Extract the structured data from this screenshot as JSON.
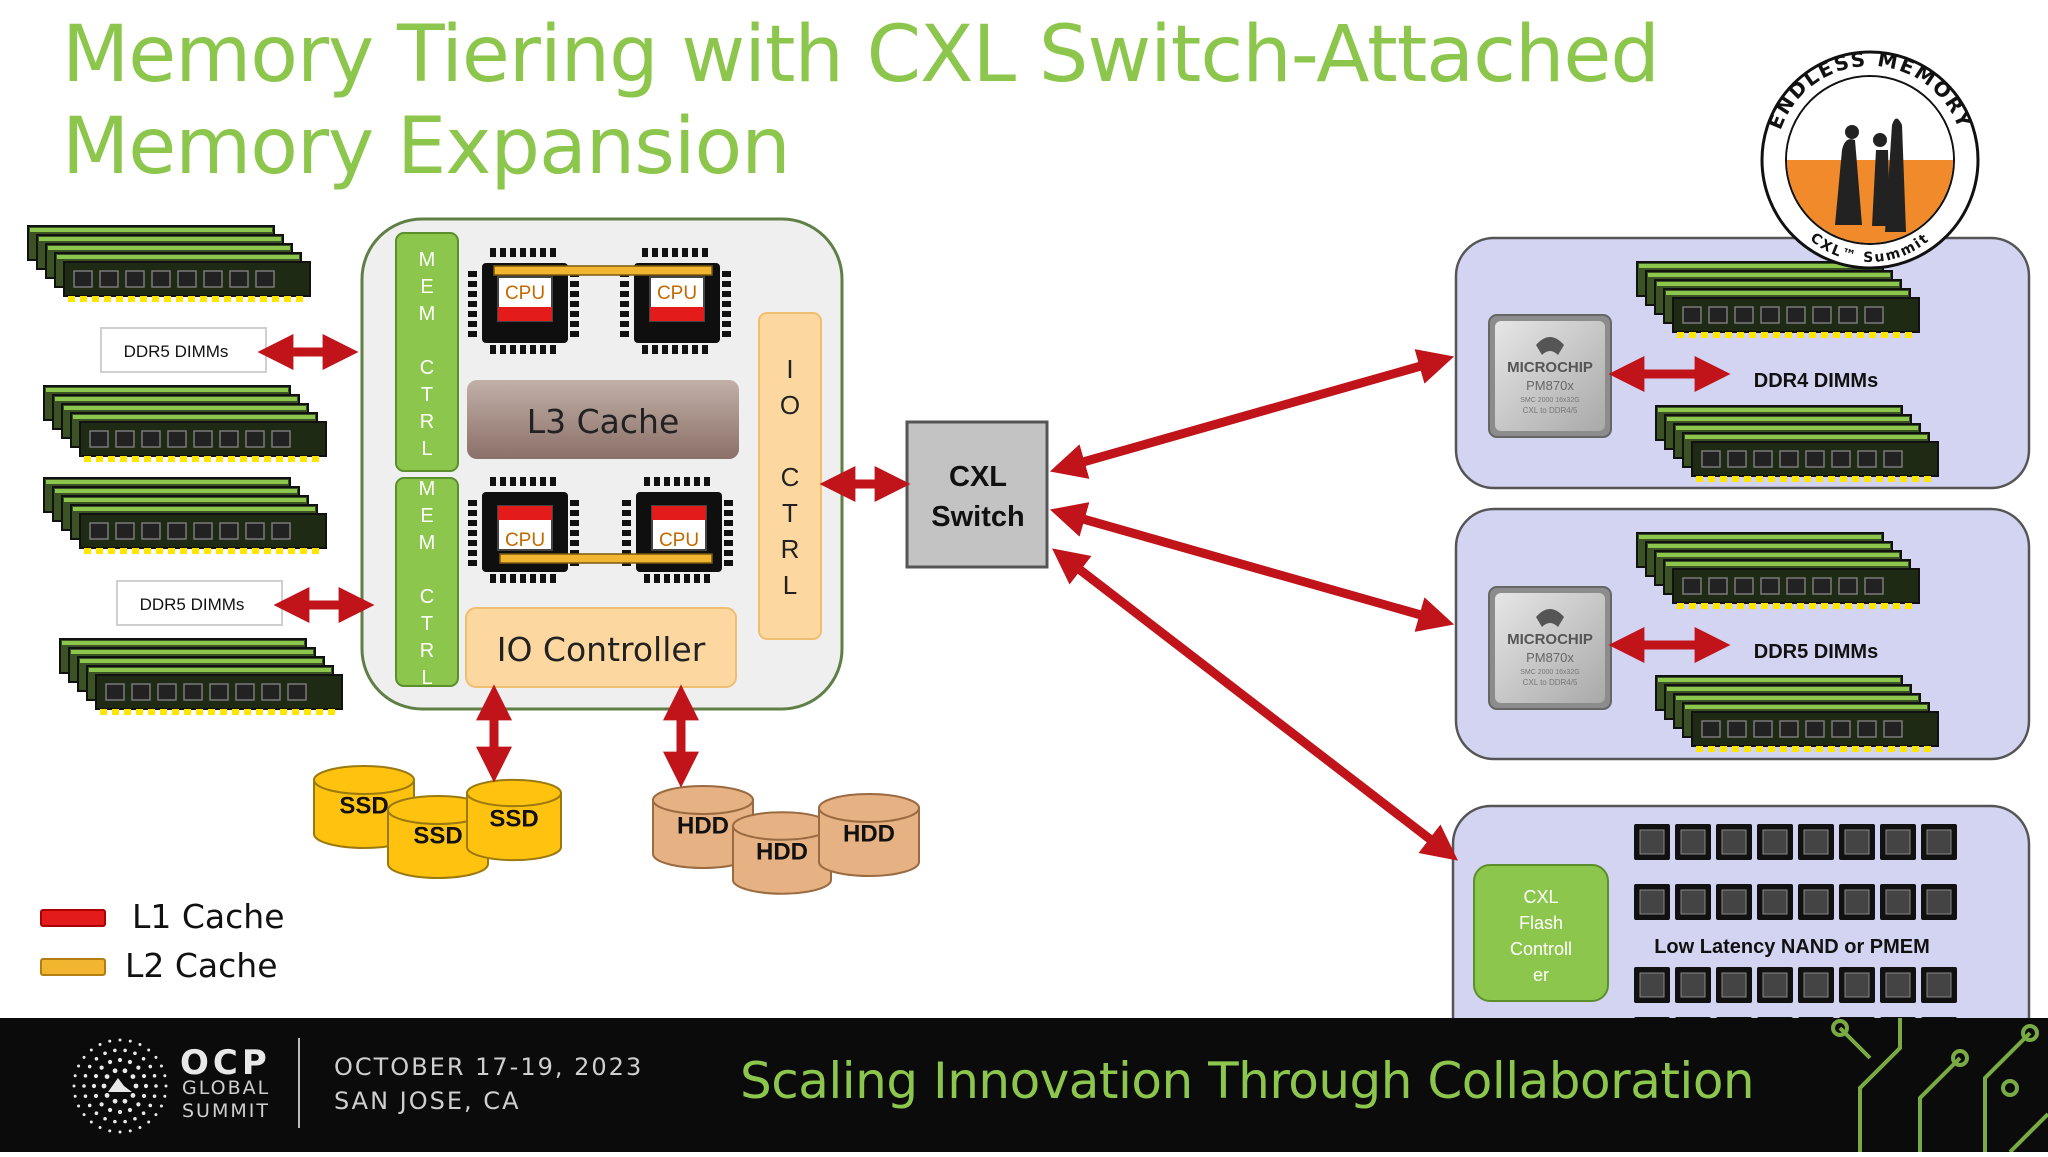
{
  "title": {
    "line1": "Memory Tiering with CXL Switch-Attached",
    "line2": "Memory Expansion"
  },
  "logo": {
    "text_top": "ENDLESS MEMORY",
    "text_bottom": "CXL™ Summit"
  },
  "left_memory": {
    "ddr5_label_top": "DDR5 DIMMs",
    "ddr5_label_bottom": "DDR5 DIMMs"
  },
  "processor": {
    "mem_ctrl_top": [
      "M",
      "E",
      "M",
      "",
      "C",
      "T",
      "R",
      "L"
    ],
    "mem_ctrl_bottom": [
      "M",
      "E",
      "M",
      "",
      "C",
      "T",
      "R",
      "L"
    ],
    "io_ctrl": [
      "I",
      "O",
      "",
      "C",
      "T",
      "R",
      "L"
    ],
    "cpu_labels": [
      "CPU",
      "CPU",
      "CPU",
      "CPU"
    ],
    "l3_cache": "L3 Cache",
    "io_controller": "IO Controller"
  },
  "storage": {
    "ssd_labels": [
      "SSD",
      "SSD",
      "SSD"
    ],
    "hdd_labels": [
      "HDD",
      "HDD",
      "HDD"
    ]
  },
  "switch": {
    "line1": "CXL",
    "line2": "Switch"
  },
  "expanders": [
    {
      "chip_brand": "MICROCHIP",
      "chip_model": "PM870x",
      "chip_line2": "SMC 2000 16x32G",
      "chip_line3": "CXL to DDR4/5",
      "dimm_label": "DDR4 DIMMs"
    },
    {
      "chip_brand": "MICROCHIP",
      "chip_model": "PM870x",
      "chip_line2": "SMC 2000 16x32G",
      "chip_line3": "CXL to DDR4/5",
      "dimm_label": "DDR5 DIMMs"
    }
  ],
  "flash": {
    "controller_lines": [
      "CXL",
      "Flash",
      "Controll",
      "er"
    ],
    "media_label": "Low Latency NAND or PMEM"
  },
  "legend": [
    {
      "label": "L1 Cache",
      "color": "#e41b1b"
    },
    {
      "label": "L2 Cache",
      "color": "#f2b530"
    }
  ],
  "footer": {
    "ocp": "OCP",
    "global": "GLOBAL",
    "summit": "SUMMIT",
    "date": "OCTOBER 17-19, 2023",
    "location": "SAN JOSE, CA",
    "tagline": "Scaling Innovation Through Collaboration"
  },
  "colors": {
    "title_green": "#8dc64d",
    "arrow_red": "#c0141a",
    "panel_lavender": "#d3d3f2",
    "panel_border": "#555"
  }
}
